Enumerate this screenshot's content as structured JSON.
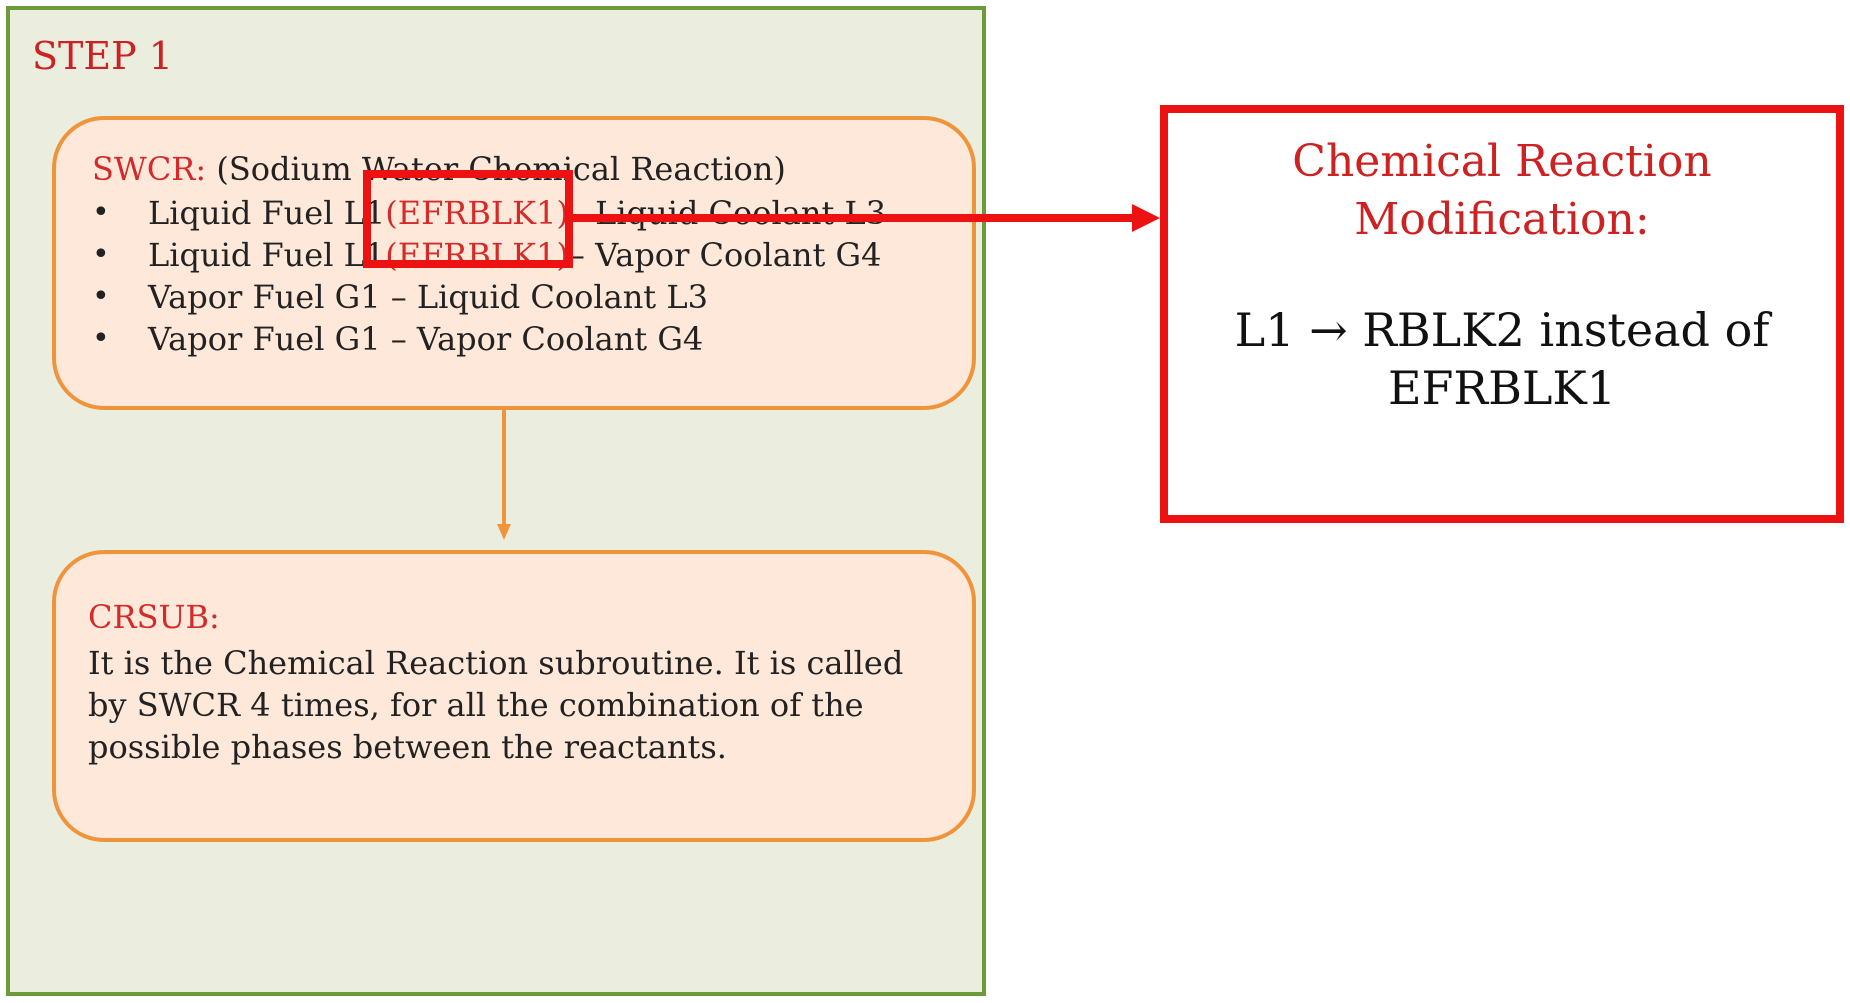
{
  "step": {
    "title": "STEP 1"
  },
  "swcr": {
    "label": "SWCR:",
    "description": "(Sodium Water Chemical Reaction)",
    "items": [
      {
        "bullet": "•",
        "before": "Liquid Fuel L1 ",
        "highlight": "(EFRBLK1)",
        "after": " – Liquid Coolant L3"
      },
      {
        "bullet": "•",
        "before": "Liquid Fuel L1 ",
        "highlight": "(EFRBLK1)",
        "after": " – Vapor Coolant G4"
      },
      {
        "bullet": "•",
        "before": "Vapor Fuel G1 – Liquid Coolant L3",
        "highlight": "",
        "after": ""
      },
      {
        "bullet": "•",
        "before": "Vapor Fuel G1 – Vapor Coolant G4",
        "highlight": "",
        "after": ""
      }
    ]
  },
  "crsub": {
    "label": "CRSUB:",
    "text": "It is the Chemical Reaction subroutine. It is called by SWCR 4 times, for all the combination of the possible phases between the reactants."
  },
  "modification": {
    "title": "Chemical Reaction Modification:",
    "body": "L1 → RBLK2 instead of EFRBLK1"
  },
  "colors": {
    "panel_fill": "#ebeedf",
    "panel_border": "#6d9b3a",
    "box_fill": "#fde8d9",
    "box_border": "#f0943c",
    "highlight_red": "#ee1111",
    "text_red": "#d42a2a"
  }
}
